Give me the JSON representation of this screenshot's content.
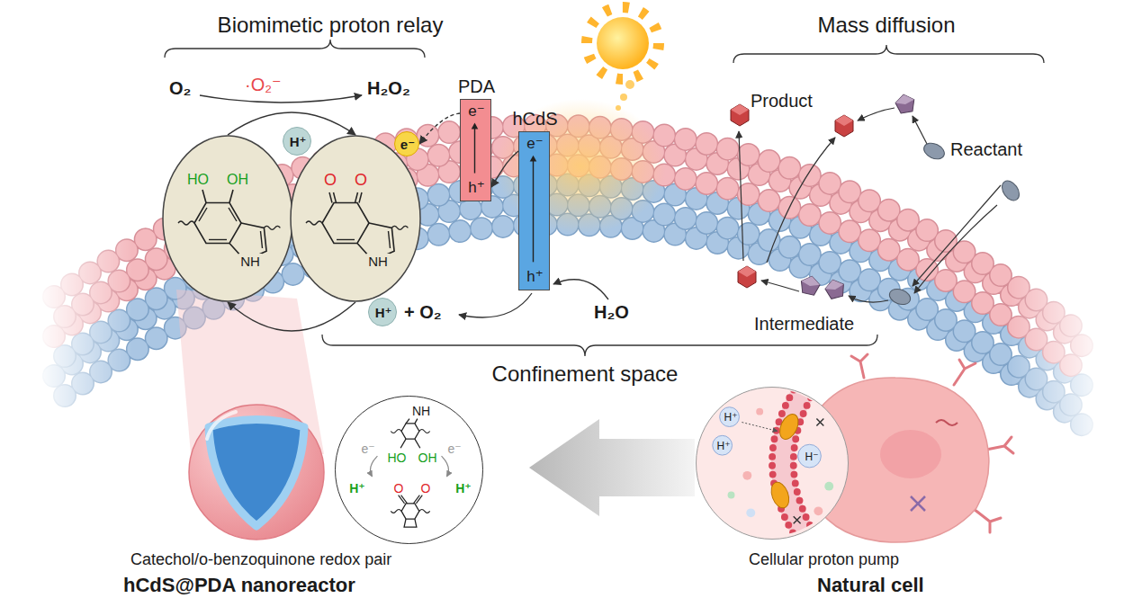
{
  "diagram": {
    "nodes": [
      {
        "text": [
          "PDA",
          "e⁻",
          "h⁺"
        ]
      },
      {
        "text": [
          "hCdS",
          "e⁻",
          "h⁺"
        ]
      },
      {
        "text": [
          "H⁺"
        ]
      },
      {
        "text": [
          "e⁻"
        ]
      },
      {
        "text": [
          "HO",
          "OH",
          "NH"
        ]
      },
      {
        "text": [
          "O",
          "O",
          "NH"
        ]
      },
      {
        "text": [
          "H⁺"
        ]
      },
      {
        "text": [
          "NH",
          "e⁻",
          "HO",
          "OH",
          "e⁻",
          "H⁺",
          "O",
          "O",
          "H⁺"
        ]
      },
      {
        "text": [
          "H⁺",
          "H⁺",
          "H⁻"
        ]
      }
    ],
    "edges": [
      {
        "from": 1,
        "to": 0,
        "arrow": "to"
      },
      {
        "from": 0,
        "to": 3,
        "arrow": "to"
      },
      {
        "from": 4,
        "to": 5,
        "arrow": "to"
      },
      {
        "from": 5,
        "to": 4,
        "arrow": "to"
      }
    ],
    "labels": [
      "Biomimetic proton relay",
      "Mass diffusion",
      "O₂",
      "·O₂⁻",
      "H₂O₂",
      "+ O₂",
      "H₂O",
      "Product",
      "Reactant",
      "Intermediate",
      "Confinement space",
      "Catechol/o-benzoquinone redox pair",
      "hCdS@PDA nanoreactor",
      "Cellular proton pump",
      "Natural cell"
    ]
  }
}
